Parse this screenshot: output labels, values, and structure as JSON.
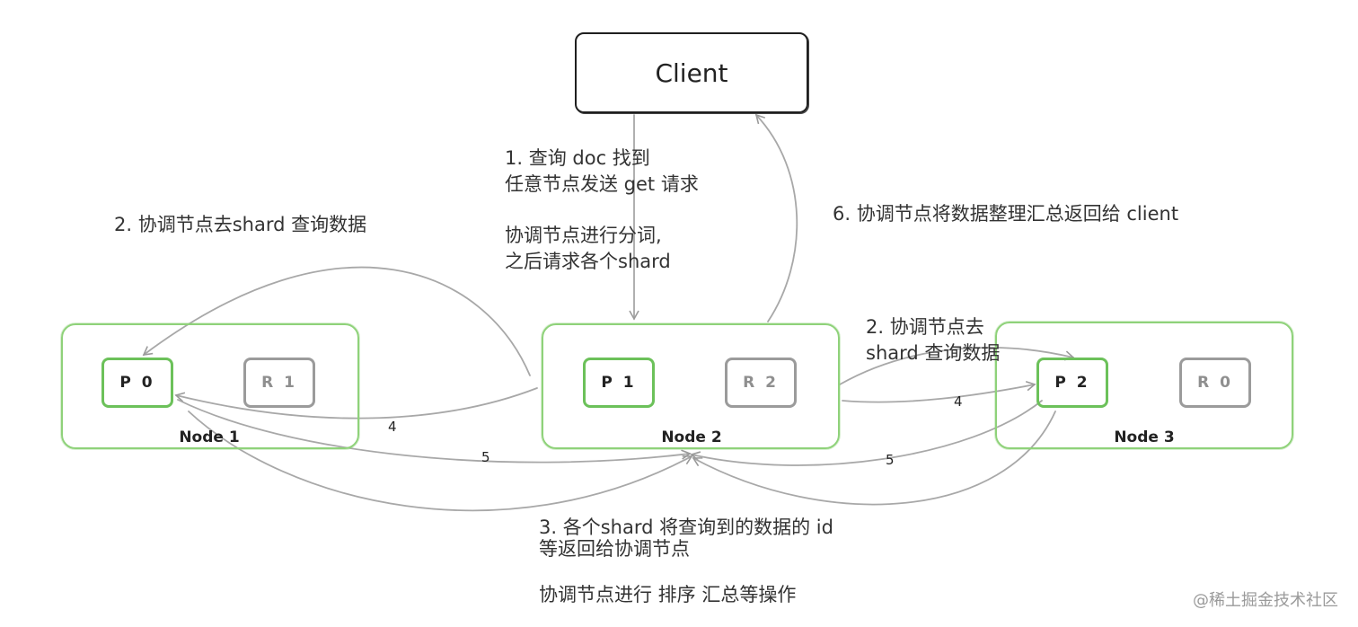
{
  "client": {
    "label": "Client"
  },
  "nodes": [
    {
      "label": "Node 1",
      "primary": "P 0",
      "replica": "R 1"
    },
    {
      "label": "Node 2",
      "primary": "P 1",
      "replica": "R 2"
    },
    {
      "label": "Node 3",
      "primary": "P 2",
      "replica": "R 0"
    }
  ],
  "annotations": {
    "step1_line1": "1. 查询 doc 找到",
    "step1_line2": "任意节点发送 get 请求",
    "coord_line1": "协调节点进行分词,",
    "coord_line2": "之后请求各个shard",
    "step2_left": "2. 协调节点去shard 查询数据",
    "step2_right_line1": "2. 协调节点去",
    "step2_right_line2": "shard 查询数据",
    "step6": "6. 协调节点将数据整理汇总返回给 client",
    "step3_line1": "3. 各个shard 将查询到的数据的 id",
    "step3_line2": "等返回给协调节点",
    "step3_line3": "协调节点进行 排序 汇总等操作"
  },
  "edge_labels": {
    "left_4": "4",
    "left_5": "5",
    "right_4": "4",
    "right_5": "5"
  },
  "watermark": "@稀土掘金技术社区",
  "colors": {
    "primary_border": "#6cc15a",
    "replica_border": "#9b9b9b",
    "node_border": "#8fd27a",
    "arrow": "#a8a8a8"
  }
}
